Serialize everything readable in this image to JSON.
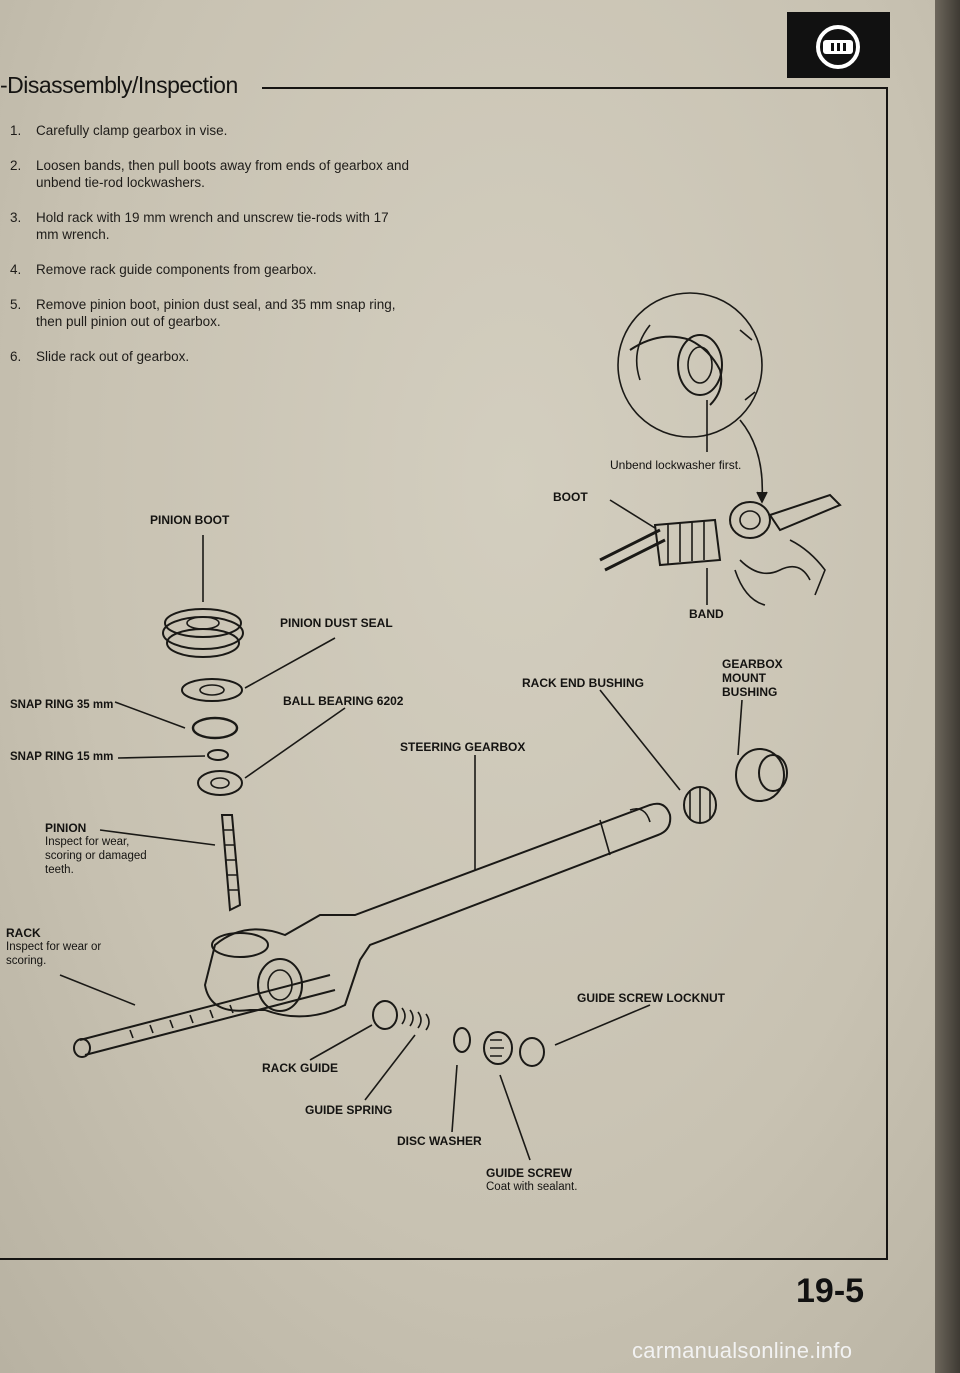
{
  "header": {
    "section_title": "-Disassembly/Inspection"
  },
  "steps": [
    {
      "num": "1.",
      "text": "Carefully clamp gearbox in vise."
    },
    {
      "num": "2.",
      "text": "Loosen bands, then pull boots away from ends of gearbox and unbend tie-rod lockwashers."
    },
    {
      "num": "3.",
      "text": "Hold rack with 19 mm wrench and unscrew tie-rods with 17 mm wrench."
    },
    {
      "num": "4.",
      "text": "Remove rack guide components from gearbox."
    },
    {
      "num": "5.",
      "text": "Remove pinion boot, pinion dust seal, and 35 mm snap ring, then pull pinion out of gearbox."
    },
    {
      "num": "6.",
      "text": "Slide rack out of gearbox."
    }
  ],
  "labels": {
    "unbend_note": "Unbend lockwasher first.",
    "boot": "BOOT",
    "band": "BAND",
    "pinion_boot": "PINION BOOT",
    "pinion_dust_seal": "PINION DUST SEAL",
    "snap_ring_35": "SNAP RING 35 mm",
    "ball_bearing": "BALL BEARING 6202",
    "snap_ring_15": "SNAP RING 15 mm",
    "rack_end_bushing": "RACK END BUSHING",
    "gearbox_mount_bushing_1": "GEARBOX",
    "gearbox_mount_bushing_2": "MOUNT",
    "gearbox_mount_bushing_3": "BUSHING",
    "steering_gearbox": "STEERING GEARBOX",
    "pinion": "PINION",
    "pinion_note_1": "Inspect for wear,",
    "pinion_note_2": "scoring or damaged",
    "pinion_note_3": "teeth.",
    "rack": "RACK",
    "rack_note_1": "Inspect for wear or",
    "rack_note_2": "scoring.",
    "guide_screw_locknut": "GUIDE SCREW LOCKNUT",
    "rack_guide": "RACK GUIDE",
    "guide_spring": "GUIDE SPRING",
    "disc_washer": "DISC WASHER",
    "guide_screw": "GUIDE SCREW",
    "guide_screw_note": "Coat with sealant."
  },
  "footer": {
    "page_number": "19-5",
    "watermark": "carmanualsonline.info"
  },
  "icons": {
    "section_tab": "steering-wheel-icon"
  }
}
